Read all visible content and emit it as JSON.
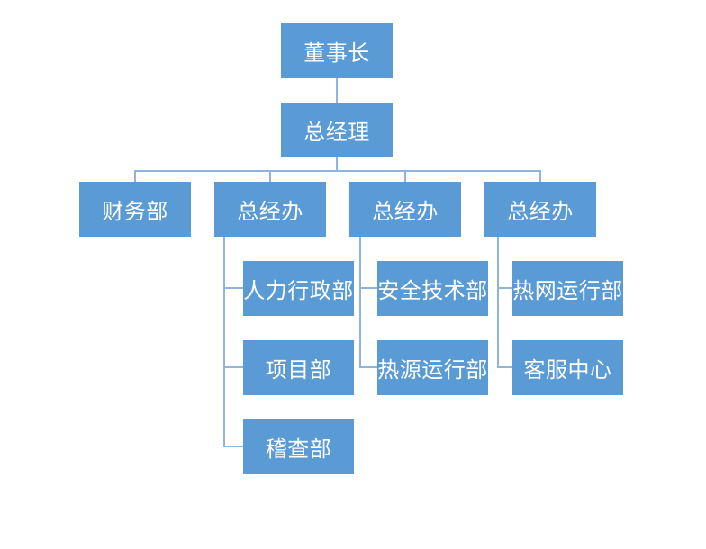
{
  "diagram": {
    "type": "org-chart",
    "title": "",
    "colors": {
      "node_fill": "#5b9bd5",
      "node_text": "#ffffff",
      "connector": "#8fb4de",
      "background": "#ffffff"
    },
    "nodes": {
      "chairman": {
        "label": "董事长",
        "level": 1
      },
      "general_manager": {
        "label": "总经理",
        "level": 2
      },
      "finance_dept": {
        "label": "财务部",
        "level": 3
      },
      "gm_office_1": {
        "label": "总经办",
        "level": 3
      },
      "gm_office_2": {
        "label": "总经办",
        "level": 3
      },
      "gm_office_3": {
        "label": "总经办",
        "level": 3
      },
      "hr_admin_dept": {
        "label": "人力行政部",
        "level": 4
      },
      "project_dept": {
        "label": "项目部",
        "level": 4
      },
      "audit_dept": {
        "label": "稽查部",
        "level": 4
      },
      "safety_tech_dept": {
        "label": "安全技术部",
        "level": 4
      },
      "heat_source_ops_dept": {
        "label": "热源运行部",
        "level": 4
      },
      "heat_network_ops_dept": {
        "label": "热网运行部",
        "level": 4
      },
      "customer_service_center": {
        "label": "客服中心",
        "level": 4
      }
    },
    "edges": [
      [
        "chairman",
        "general_manager"
      ],
      [
        "general_manager",
        "finance_dept"
      ],
      [
        "general_manager",
        "gm_office_1"
      ],
      [
        "general_manager",
        "gm_office_2"
      ],
      [
        "general_manager",
        "gm_office_3"
      ],
      [
        "gm_office_1",
        "hr_admin_dept"
      ],
      [
        "gm_office_1",
        "project_dept"
      ],
      [
        "gm_office_1",
        "audit_dept"
      ],
      [
        "gm_office_2",
        "safety_tech_dept"
      ],
      [
        "gm_office_2",
        "heat_source_ops_dept"
      ],
      [
        "gm_office_3",
        "heat_network_ops_dept"
      ],
      [
        "gm_office_3",
        "customer_service_center"
      ]
    ]
  }
}
